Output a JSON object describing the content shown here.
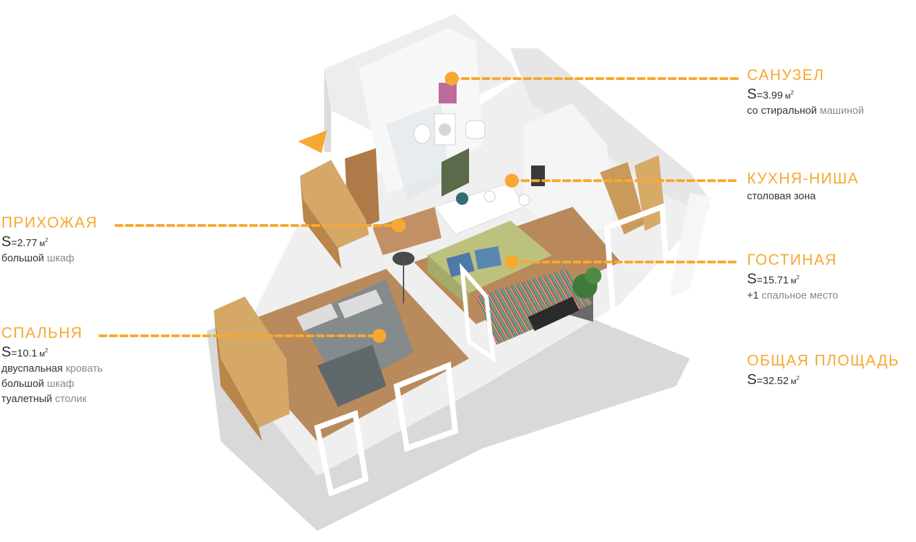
{
  "colors": {
    "accent": "#f7a831",
    "title": "#f7a831",
    "text_dark": "#2e2e2e",
    "text_light": "#888888",
    "wall": "#f3f3f3",
    "wood": "#c89a5c",
    "floor": "#b98a5c",
    "sofa": "#bcc27e"
  },
  "icons": {
    "entrance": "orange-triangle-icon"
  },
  "area_prefix": "S",
  "area_unit": "м",
  "area_unit_power": "2",
  "rooms": {
    "bathroom": {
      "title": "САНУЗЕЛ",
      "area": "=3.99",
      "notes": [
        {
          "strong": "со",
          "light": ""
        },
        {
          "strong": "стиральной",
          "light": "машиной"
        }
      ]
    },
    "kitchen": {
      "title": "КУХНЯ-НИША",
      "notes": [
        {
          "strong": "столовая зона",
          "light": ""
        }
      ]
    },
    "hall": {
      "title": "ПРИХОЖАЯ",
      "area": "=2.77",
      "notes": [
        {
          "strong": "большой",
          "light": "шкаф"
        }
      ]
    },
    "living": {
      "title": "ГОСТИНАЯ",
      "area": "=15.71",
      "notes": [
        {
          "strong": "+1",
          "light": "спальное место"
        }
      ]
    },
    "bedroom": {
      "title": "СПАЛЬНЯ",
      "area": "=10.1",
      "notes": [
        {
          "strong": "двуспальная",
          "light": "кровать"
        },
        {
          "strong": "большой",
          "light": "шкаф"
        },
        {
          "strong": "туалетный",
          "light": "столик"
        }
      ]
    },
    "total": {
      "title": "ОБЩАЯ ПЛОЩАДЬ",
      "area": "=32.52"
    }
  }
}
